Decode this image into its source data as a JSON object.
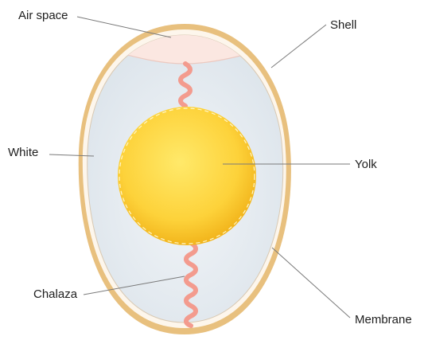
{
  "labels": {
    "air_space": "Air space",
    "shell": "Shell",
    "white": "White",
    "yolk": "Yolk",
    "chalaza": "Chalaza",
    "membrane": "Membrane"
  },
  "colors": {
    "shell_outer": "#e8c07e",
    "shell_inner": "#fdf6ec",
    "white": "#e4ebf1",
    "air_space": "#fbe7e1",
    "yolk_center": "#ffe96a",
    "yolk_mid": "#fdd23a",
    "yolk_edge": "#f2b51c",
    "chalaza": "#f39b8e",
    "leader_line": "#7a7a7a"
  }
}
